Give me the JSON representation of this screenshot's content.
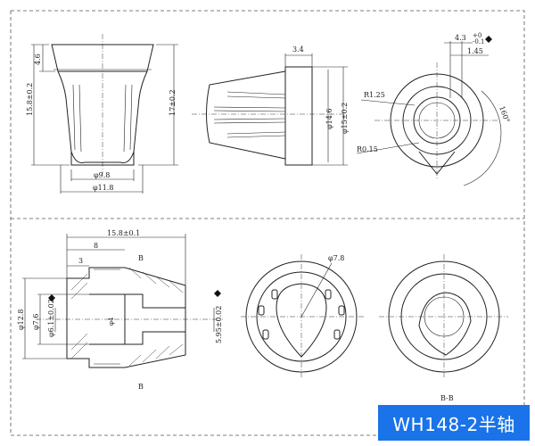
{
  "title": "WH148-2半轴",
  "colors": {
    "badge": "#1a73e8",
    "line": "#222222"
  },
  "views": {
    "front": {
      "d1": "4.6",
      "d2": "15.8±0.2",
      "d3": "17±0.2",
      "d4": "φ9.8",
      "d5": "φ11.8"
    },
    "side": {
      "d1": "3.4",
      "d2": "φ14.6",
      "d3": "φ15±0.2"
    },
    "top": {
      "d1": "4.3",
      "d1_tol_up": "+0",
      "d1_tol_down": "-0.1",
      "d2": "1.45",
      "d3": "R1.25",
      "d4": "R0.15",
      "d5": "160°"
    },
    "section": {
      "d1": "15.8±0.1",
      "d2": "8",
      "d3": "3",
      "d4": "φ12.8",
      "d5": "φ7.6",
      "d6": "φ6.1±0.02",
      "d7": "5.95±0.02",
      "d8": "φ4"
    },
    "bottom": {
      "d1": "φ7.8"
    },
    "markers": {
      "b_top": "B",
      "b_bottom": "B",
      "bb_label": "B-B"
    }
  }
}
